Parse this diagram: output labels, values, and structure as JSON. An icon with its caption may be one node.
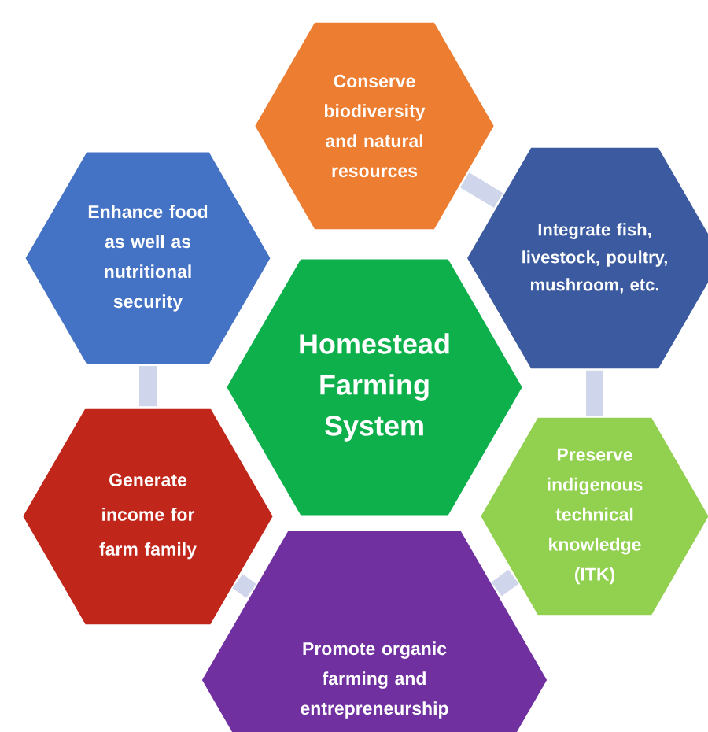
{
  "diagram": {
    "nodes": [
      {
        "text": [
          "Conserve biodiversity and natural resources"
        ]
      },
      {
        "text": [
          "Enhance food as well as nutritional security"
        ]
      },
      {
        "text": [
          "Integrate fish, livestock, poultry, mushroom, etc."
        ]
      },
      {
        "text": [
          "Homestead Farming System"
        ]
      },
      {
        "text": [
          "Generate income for farm family"
        ]
      },
      {
        "text": [
          "Preserve indigenous technical knowledge (ITK)"
        ]
      },
      {
        "text": [
          "Promote organic farming and entrepreneurship"
        ]
      }
    ],
    "edges": [
      {
        "from": 0,
        "to": 2,
        "arrow": "none"
      },
      {
        "from": 2,
        "to": 5,
        "arrow": "none"
      },
      {
        "from": 5,
        "to": 6,
        "arrow": "none"
      },
      {
        "from": 6,
        "to": 4,
        "arrow": "none"
      },
      {
        "from": 4,
        "to": 1,
        "arrow": "none"
      }
    ]
  }
}
